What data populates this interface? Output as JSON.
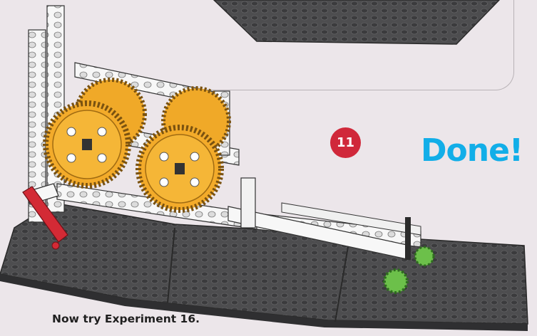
{
  "step": {
    "number": "11"
  },
  "completion": {
    "label": "Done!"
  },
  "next_step": {
    "text": "Now try Experiment 16."
  },
  "colors": {
    "background": "#ece6ea",
    "step_badge": "#d0283a",
    "done_text": "#12aee8",
    "gear": "#f0a928",
    "crank": "#d32a35",
    "green_gear": "#6cc04a",
    "baseplate": "#4a4a4a"
  },
  "icons": [
    "gear-icon",
    "crank-handle-icon",
    "axle-icon",
    "baseplate-icon"
  ]
}
